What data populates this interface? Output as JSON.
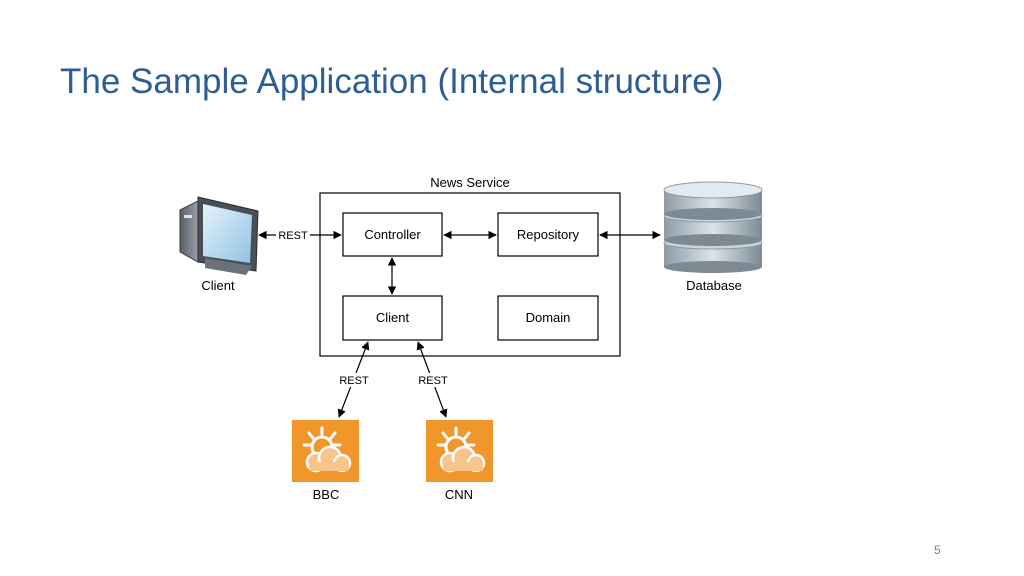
{
  "slide": {
    "title": "The Sample Application (Internal structure)",
    "page_number": "5"
  },
  "diagram": {
    "container_label": "News Service",
    "nodes": {
      "controller": "Controller",
      "repository": "Repository",
      "client_component": "Client",
      "domain": "Domain"
    },
    "external": {
      "client": "Client",
      "database": "Database",
      "bbc": "BBC",
      "cnn": "CNN"
    },
    "edge_labels": {
      "client_rest": "REST",
      "bbc_rest": "REST",
      "cnn_rest": "REST"
    },
    "icons": {
      "client": "desktop-computer-icon",
      "database": "database-cylinder-icon",
      "feed": "weather-sun-cloud-icon"
    },
    "colors": {
      "title": "#2e5d93",
      "feed_icon": "#f0962a"
    }
  }
}
